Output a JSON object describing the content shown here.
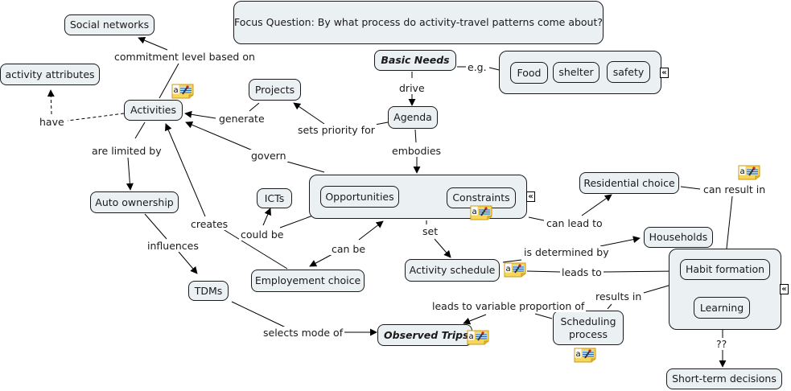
{
  "map": {
    "focus_question": "Focus Question: By what process do activity-travel patterns come about?",
    "concepts": {
      "social_networks": "Social networks",
      "activity_attributes": "activity attributes",
      "activities": "Activities",
      "projects": "Projects",
      "basic_needs": "Basic Needs",
      "food": "Food",
      "shelter": "shelter",
      "safety": "safety",
      "agenda": "Agenda",
      "auto_ownership": "Auto ownership",
      "icts": "ICTs",
      "opportunities": "Opportunities",
      "constraints": "Constraints",
      "residential_choice": "Residential choice",
      "households": "Households",
      "employment_choice": "Employement choice",
      "activity_schedule": "Activity schedule",
      "habit_formation": "Habit formation",
      "learning": "Learning",
      "tdms": "TDMs",
      "scheduling_process": "Scheduling process",
      "observed_trips": "Observed Trips",
      "short_term_decisions": "Short-term decisions"
    },
    "links": {
      "commitment": "commitment level based on",
      "have": "have",
      "generate": "generate",
      "eg": "e.g.",
      "drive": "drive",
      "sets_priority": "sets priority for",
      "are_limited_by": "are limited by",
      "govern": "govern",
      "embodies": "embodies",
      "creates": "creates",
      "could_be": "could be",
      "can_be": "can be",
      "set": "set",
      "can_lead_to": "can lead to",
      "can_result_in": "can result in",
      "influences": "influences",
      "is_determined_by": "is determined by",
      "leads_to": "leads to",
      "results_in": "results in",
      "leads_to_variable": "leads to variable proportion of",
      "selects_mode": "selects mode of",
      "qq": "??"
    },
    "icons": {
      "expander": "«",
      "note": "annotation-note-icon"
    }
  }
}
